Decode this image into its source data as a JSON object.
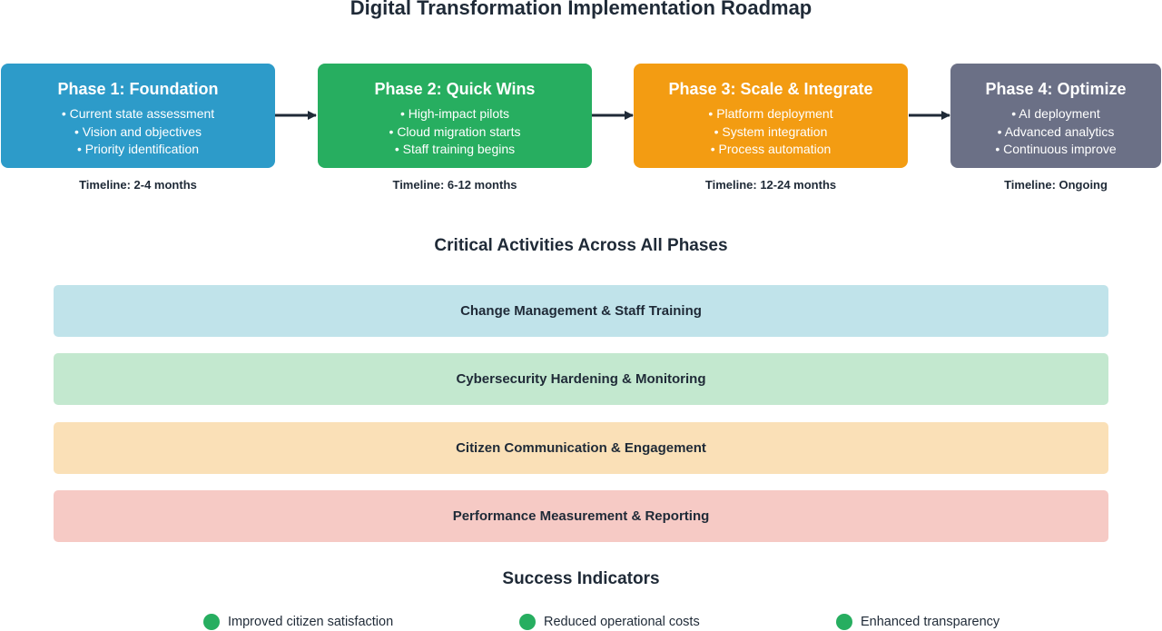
{
  "title": "Digital Transformation Implementation Roadmap",
  "phases": [
    {
      "title": "Phase 1: Foundation",
      "items": [
        "Current state assessment",
        "Vision and objectives",
        "Priority identification"
      ],
      "timeline": "Timeline: 2-4 months",
      "color": "#2d9bc9"
    },
    {
      "title": "Phase 2: Quick Wins",
      "items": [
        "High-impact pilots",
        "Cloud migration starts",
        "Staff training begins"
      ],
      "timeline": "Timeline: 6-12 months",
      "color": "#27ae60"
    },
    {
      "title": "Phase 3: Scale & Integrate",
      "items": [
        "Platform deployment",
        "System integration",
        "Process automation"
      ],
      "timeline": "Timeline: 12-24 months",
      "color": "#f39c12"
    },
    {
      "title": "Phase 4: Optimize",
      "items": [
        "AI deployment",
        "Advanced analytics",
        "Continuous improve"
      ],
      "timeline": "Timeline: Ongoing",
      "color": "#6b7086"
    }
  ],
  "activities_title": "Critical Activities Across All Phases",
  "activities": [
    {
      "label": "Change Management & Staff Training",
      "color": "#c0e3ea"
    },
    {
      "label": "Cybersecurity Hardening & Monitoring",
      "color": "#c3e8cf"
    },
    {
      "label": "Citizen Communication & Engagement",
      "color": "#fae0b7"
    },
    {
      "label": "Performance Measurement & Reporting",
      "color": "#f6cac5"
    }
  ],
  "success_title": "Success Indicators",
  "indicators": [
    {
      "label": "Improved citizen satisfaction",
      "color": "#27ae60"
    },
    {
      "label": "Reduced operational costs",
      "color": "#27ae60"
    },
    {
      "label": "Enhanced transparency",
      "color": "#27ae60"
    }
  ],
  "arrow_color": "#1f2a37"
}
